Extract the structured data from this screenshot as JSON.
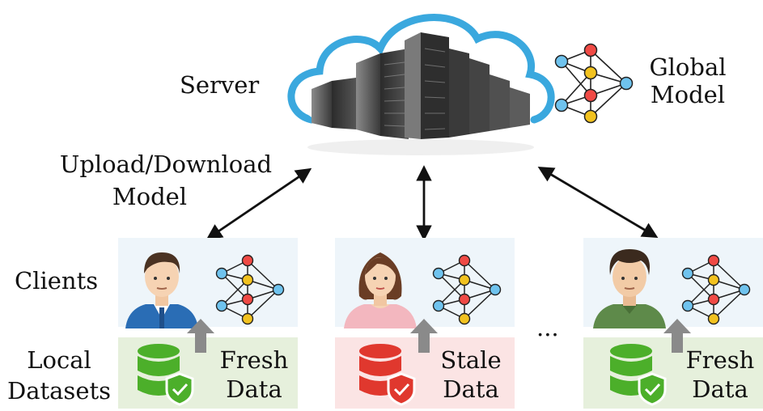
{
  "server": {
    "label": "Server"
  },
  "global_model": {
    "line1": "Global",
    "line2": "Model"
  },
  "upload": {
    "line1": "Upload/Download",
    "line2": "Model"
  },
  "clients_label": "Clients",
  "local_datasets": {
    "line1": "Local",
    "line2": "Datasets"
  },
  "ellipsis": "...",
  "clients": [
    {
      "data_line1": "Fresh",
      "data_line2": "Data",
      "db_color": "#4caf2a",
      "bg": "#e6f0dc"
    },
    {
      "data_line1": "Stale",
      "data_line2": "Data",
      "db_color": "#e0382e",
      "bg": "#fbe4e4"
    },
    {
      "data_line1": "Fresh",
      "data_line2": "Data",
      "db_color": "#4caf2a",
      "bg": "#e6f0dc"
    }
  ],
  "colors": {
    "node_blue": "#6fc3ee",
    "node_red": "#f04a45",
    "node_yellow": "#f2c21f",
    "cloud": "#3aa8de"
  }
}
